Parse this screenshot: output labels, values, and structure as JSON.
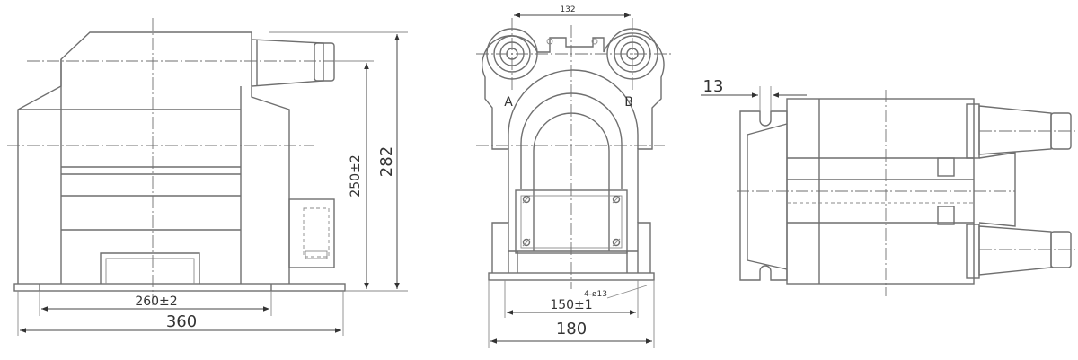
{
  "front_view": {
    "dim_260": "260±2",
    "dim_360": "360",
    "dim_250": "250±2",
    "dim_282": "282"
  },
  "side_view": {
    "dim_132": "132",
    "terminal_a": "A",
    "terminal_b": "B",
    "hole_note": "4-ø13",
    "dim_150": "150±1",
    "dim_180": "180"
  },
  "top_view": {
    "dim_13": "13"
  }
}
